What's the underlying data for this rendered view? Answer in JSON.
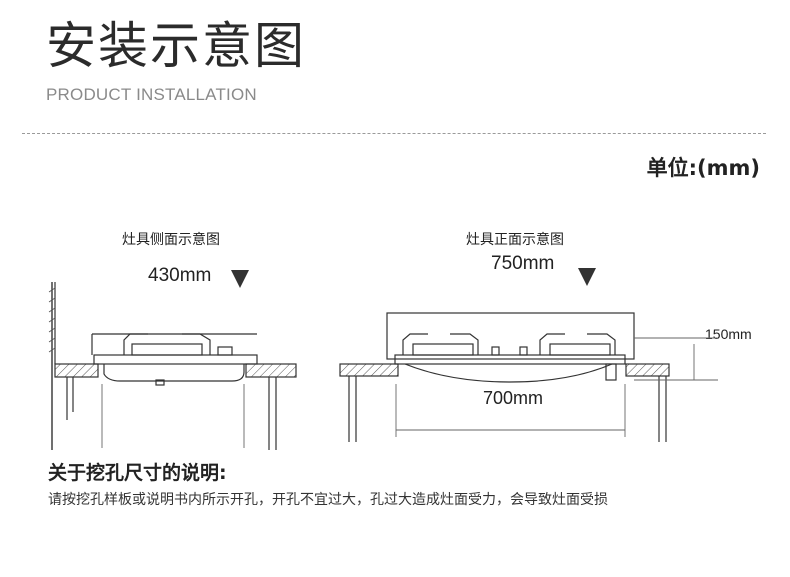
{
  "header": {
    "title": "安装示意图",
    "subtitle": "PRODUCT INSTALLATION"
  },
  "unit_label": "单位:(mm)",
  "side_view": {
    "caption": "灶具侧面示意图",
    "width_label": "430mm"
  },
  "front_view": {
    "caption": "灶具正面示意图",
    "width_label": "750mm",
    "cutout_label": "700mm",
    "height_label": "150mm"
  },
  "notes": {
    "title": "关于挖孔尺寸的说明:",
    "body": "请按挖孔样板或说明书内所示开孔，开孔不宜过大，孔过大造成灶面受力，会导致灶面受损"
  },
  "colors": {
    "line": "#333333",
    "hatch": "#555555",
    "accent_title": "#2b2b2b"
  }
}
